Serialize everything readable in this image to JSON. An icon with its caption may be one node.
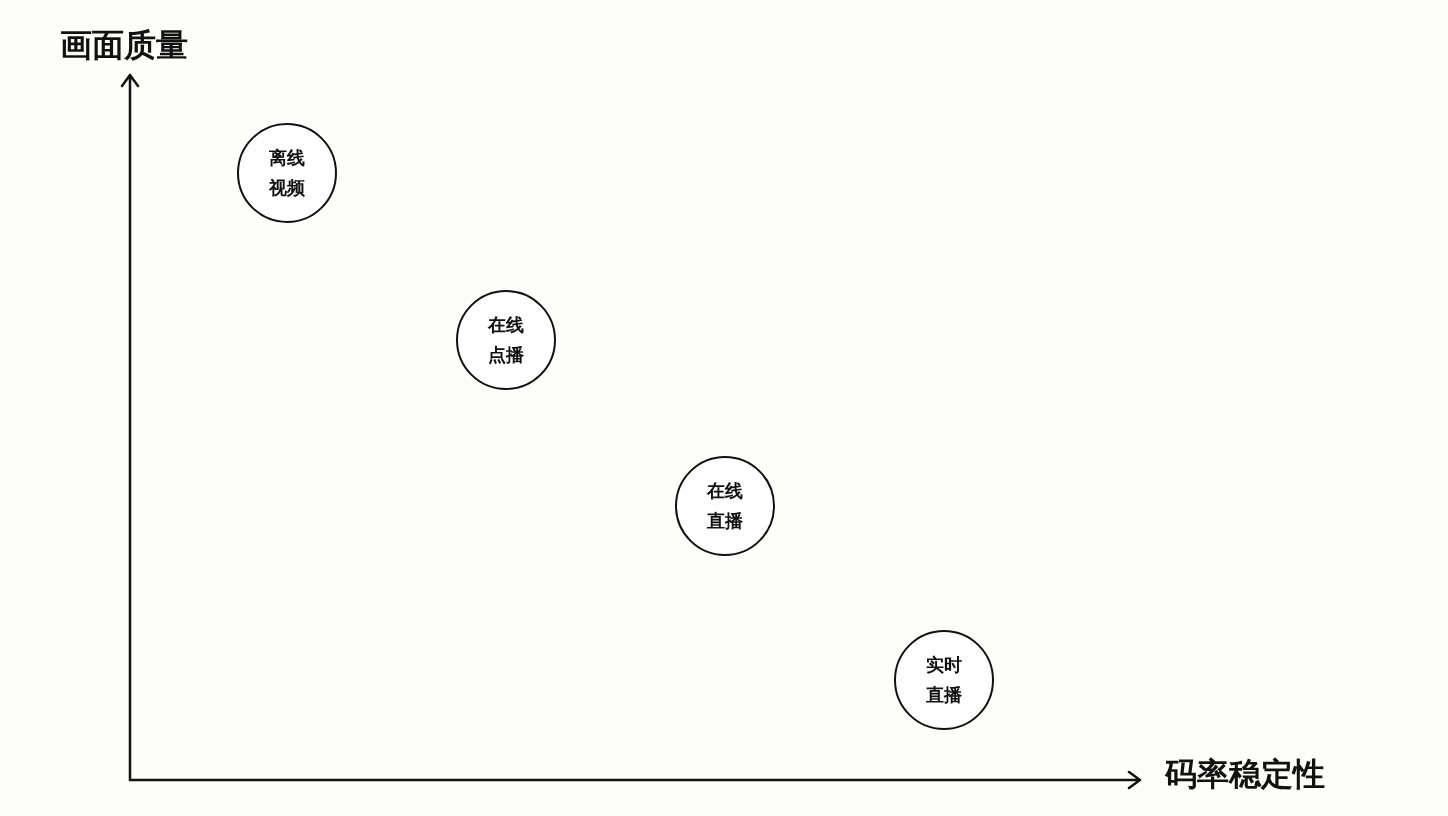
{
  "diagram": {
    "nodes": [
      {
        "text": [
          "离线视频"
        ]
      },
      {
        "text": [
          "在线点播"
        ]
      },
      {
        "text": [
          "在线直播"
        ]
      },
      {
        "text": [
          "实时直播"
        ]
      }
    ],
    "labels": [
      "画面质量",
      "码率稳定性"
    ]
  }
}
